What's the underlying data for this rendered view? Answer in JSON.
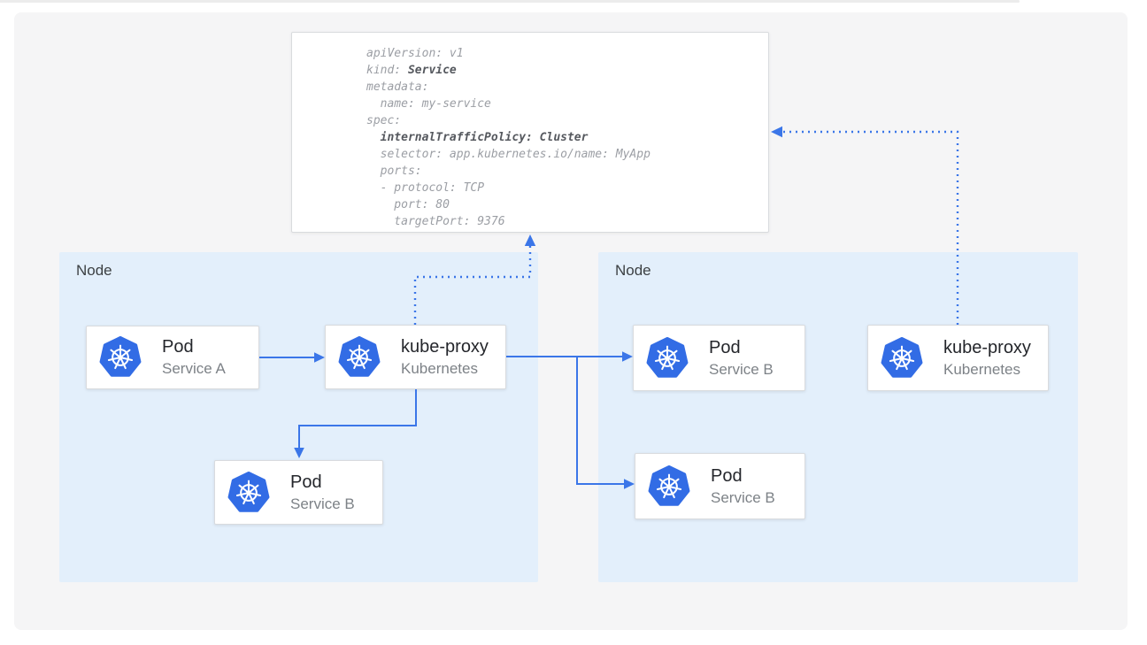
{
  "colors": {
    "accent_blue": "#3b76e8",
    "logo_blue": "#326ce5",
    "node_bg": "#e3effb",
    "panel_bg": "#f5f5f6",
    "card_border": "#d9dbde",
    "yaml_text": "#9b9ea4",
    "yaml_bold": "#55585e",
    "title_text": "#24262b",
    "subtitle_text": "#7d8287",
    "node_label": "#3c4043"
  },
  "yaml": {
    "l01": "apiVersion: v1",
    "l02_pre": "kind: ",
    "l02_bold": "Service",
    "l03": "metadata:",
    "l04": "  name: my-service",
    "l05": "spec:",
    "l06_pre": "  ",
    "l06_bold": "internalTrafficPolicy: Cluster",
    "l07": "  selector: app.kubernetes.io/name: MyApp",
    "l08": "  ports:",
    "l09": "  - protocol: TCP",
    "l10": "    port: 80",
    "l11": "    targetPort: 9376"
  },
  "left_node": {
    "label": "Node",
    "cards": [
      {
        "title": "Pod",
        "subtitle": "Service A"
      },
      {
        "title": "kube-proxy",
        "subtitle": "Kubernetes"
      },
      {
        "title": "Pod",
        "subtitle": "Service B"
      }
    ]
  },
  "right_node": {
    "label": "Node",
    "cards": [
      {
        "title": "Pod",
        "subtitle": "Service B"
      },
      {
        "title": "Pod",
        "subtitle": "Service B"
      },
      {
        "title": "kube-proxy",
        "subtitle": "Kubernetes"
      }
    ]
  }
}
